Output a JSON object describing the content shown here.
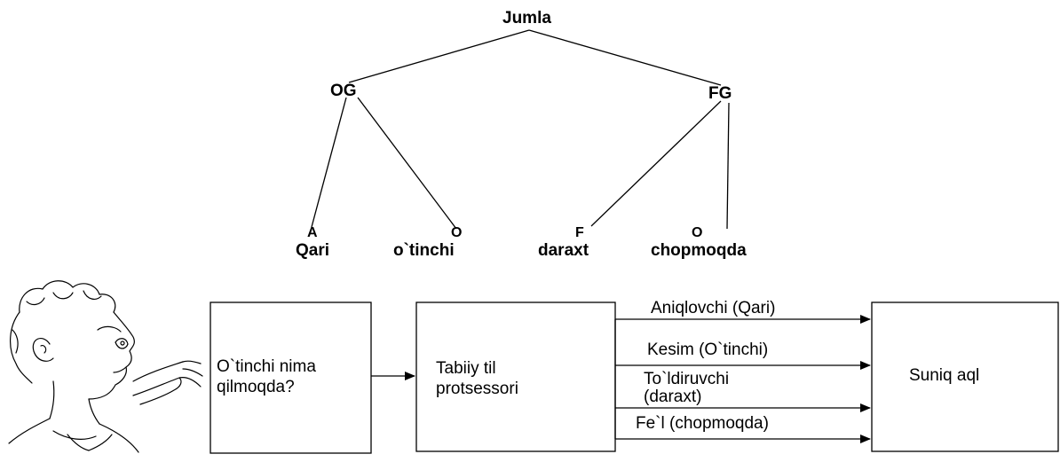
{
  "tree": {
    "root": "Jumla",
    "np": "OG",
    "vp": "FG",
    "leaves": [
      {
        "tag": "A",
        "word": "Qari"
      },
      {
        "tag": "O",
        "word": "o`tinchi"
      },
      {
        "tag": "F",
        "word": "daraxt"
      },
      {
        "tag": "O",
        "word": "chopmoqda"
      }
    ]
  },
  "pipeline": {
    "question": "O`tinchi nima qilmoqda?",
    "processor": "Tabiiy til protsessori",
    "ai": "Suniq aql",
    "outputs": [
      "Aniqlovchi (Qari)",
      "Kesim (O`tinchi)",
      "To`ldiruvchi (daraxt)",
      "Fe`l (chopmoqda)"
    ]
  }
}
